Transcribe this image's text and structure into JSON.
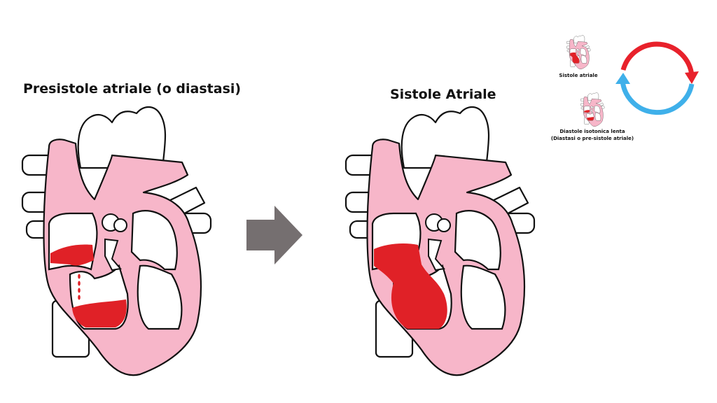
{
  "left_panel": {
    "title": "Presistole atriale (o diastasi)"
  },
  "right_panel": {
    "title": "Sistole Atriale"
  },
  "legend": {
    "item1_label": "Sistole atriale",
    "item2_label_line1": "Diastole isotonica lenta",
    "item2_label_line2": "(Diastasi o pre-sistole atriale)"
  },
  "colors": {
    "heart_pink": "#f7b6c9",
    "blood_red": "#e02127",
    "outline": "#111111",
    "arrow_gray": "#756f70",
    "cycle_red": "#e8212b",
    "cycle_blue": "#3fb0ea"
  },
  "icons": {
    "transition": "right-arrow-icon",
    "cycle": "circular-cycle-icon"
  }
}
